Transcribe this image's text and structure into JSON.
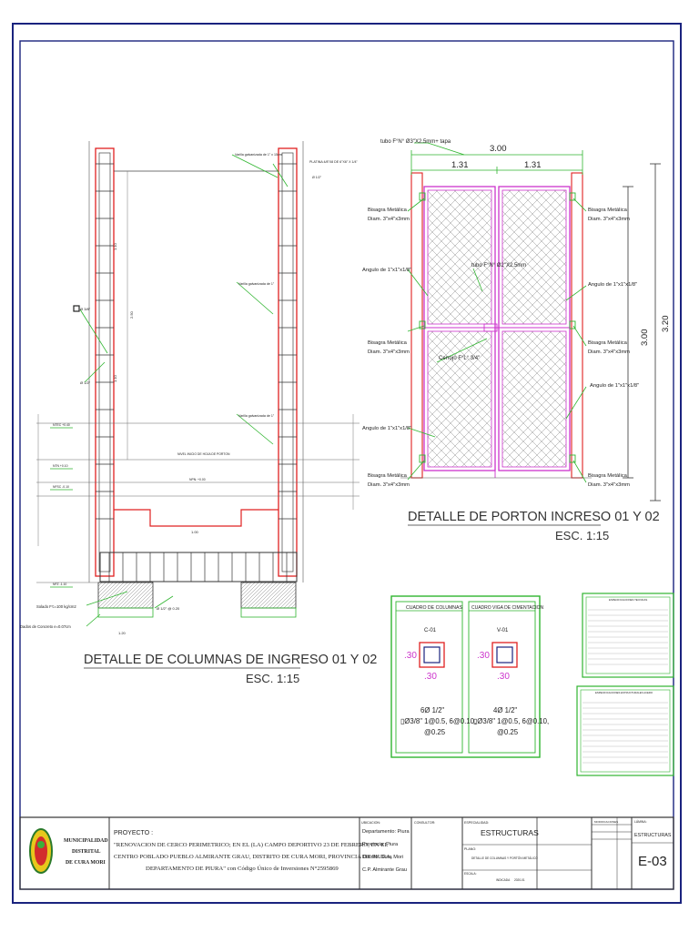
{
  "columns_detail": {
    "title": "DETALLE DE COLUMNAS DE INGRESO 01 Y 02",
    "scale": "ESC. 1:15",
    "labels": {
      "varilla_top": "Varilla galvanizada de 1\" x 15cm",
      "platina": "PLATINA 4/8\"X8 DE 6\"X6\" X 1/4\"",
      "phi_top": "Ø 1/2\"",
      "varilla_mid": "Varilla galvanizada de 1\"",
      "varilla_low": "Varilla galvanizada de 1\"",
      "d38": "Ø 3/8\"",
      "d12": "Ø 1/2\"",
      "nivel_inicio": "NIVEL INICIO DE HOJA DE PORTON",
      "npt": "NPN: +0.00",
      "n1": "NTEC +0.40",
      "n2": "NTN +0.10",
      "n3": "NFSC -0.10",
      "n4": "NFZ -1.10",
      "solado": "Solado F'c=100 kg/cm2",
      "dados": "Dados de Concreto e=0.07cm",
      "d12b": "Ø 1/2\" @ 0.20",
      "dim1": "1.10",
      "dim2": "1.10",
      "dim3": "2.50",
      "dim4": "1.00",
      "dim5": "1.20"
    }
  },
  "gate_detail": {
    "title": "DETALLE DE PORTON INCRESO 01 Y 02",
    "scale": "ESC. 1:15",
    "tubo_top": "tubo F°N° Ø3\"X2.5mm+ tapa",
    "tubo_mid": "tubo F°N° Ø2\"X2.5mm",
    "cerrojo": "Cerrojo F°L° 3/4\"",
    "dim_total": "3.00",
    "dim_half1": "1.31",
    "dim_half2": "1.31",
    "dim_h_outer": "3.20",
    "dim_h_inner": "3.00",
    "bisagra_l1": "Bisagra Metálica",
    "bisagra_l2": "Diam. 3\"x4\"x3mm",
    "angulo": "Angulo de 1\"x1\"x1/8\""
  },
  "sections": {
    "columns_table_title": "CUADRO DE COLUMNAS",
    "beams_table_title": "CUADRO VIGA DE CIMENTACION",
    "col_name": "C-01",
    "col_dim_a": ".30",
    "col_dim_b": ".30",
    "col_steel": "6Ø 1/2\"",
    "col_stirrups_1": "▯Ø3/8\" 1@0.5, 6@0.10,",
    "col_stirrups_2": "@0.25",
    "beam_name": "V-01",
    "beam_dim_a": ".30",
    "beam_dim_b": ".30",
    "beam_steel": "4Ø 1/2\"",
    "beam_stirrups_1": "▯Ø3/8\" 1@0.5, 6@0.10,",
    "beam_stirrups_2": "@0.25"
  },
  "specs": {
    "tech_title": "ESPECIFICACIONES TECNICAS",
    "steel_title": "ESPECIFICACIONES ESTRUCTURALES ACERO"
  },
  "title_block": {
    "org_line1": "MUNICIPALIDAD",
    "org_line2": "DISTRITAL",
    "org_line3": "DE CURA MORI",
    "project_label": "PROYECTO :",
    "project_text_1": "\"RENOVACION DE CERCO PERIMETRICO; EN EL (LA) CAMPO DEPORTIVO 23 DE FEBRERO, EN EL",
    "project_text_2": "CENTRO POBLADO PUEBLO ALMIRANTE GRAU, DISTRITO DE CURA MORI, PROVINCIA DE PIURA,",
    "project_text_3": "DEPARTAMENTO DE PIURA\" con Código Único de Inversiones N°2595869",
    "location_label": "UBICACION:",
    "location_1": "Departamento: Piura",
    "location_2": "Provincia: Piura",
    "location_3": "Distrito: Cura Mori",
    "location_4": "C.P. Almirante Grau",
    "consultant_label": "CONSULTOR:",
    "specialty_label": "ESPECIALIDAD:",
    "specialty": "ESTRUCTURAS",
    "plan_label": "PLANO:",
    "plan_name": "DETALLE DE COLUMNAS Y PORTÓN METÁLICO",
    "scale_label": "ESCALA:",
    "scale_value": "INDICADA",
    "date_value": "2020-01",
    "revisions_label": "MODIFICACIONES",
    "sheet_label": "LÁMINA:",
    "discipline": "ESTRUCTURAS",
    "sheet_number": "E-03"
  },
  "colors": {
    "border": "#1a237e",
    "red": "#e02020",
    "magenta": "#cc33cc",
    "green": "#2fb52f",
    "line": "#333333"
  }
}
